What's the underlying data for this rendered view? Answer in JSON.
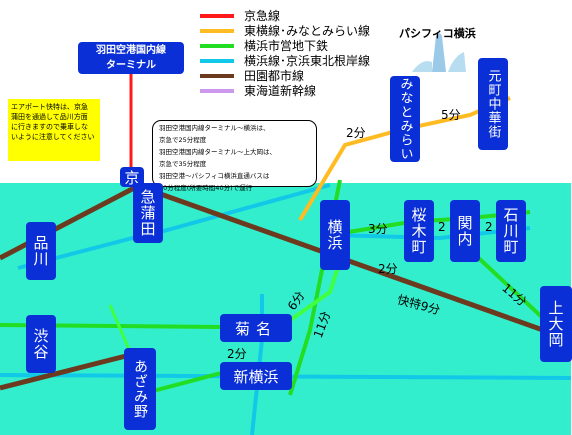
{
  "legend": [
    {
      "color": "#ff1a1a",
      "label": "京急線"
    },
    {
      "color": "#ffbb22",
      "label": "東横線･みなとみらい線"
    },
    {
      "color": "#22dd22",
      "label": "横浜市営地下鉄"
    },
    {
      "color": "#11c8e8",
      "label": "横浜線･京浜東北根岸線"
    },
    {
      "color": "#6b3a1f",
      "label": "田園都市線"
    },
    {
      "color": "#cc99ee",
      "label": "東海道新幹線"
    }
  ],
  "colors": {
    "station": "#0a2fd6",
    "background_lower": "#33eecc",
    "note_highlight": "#ffff00",
    "keikyu": "#ff1a1a",
    "toyoko": "#ffbb22",
    "subway": "#22dd22",
    "jr": "#11c8e8",
    "denentoshi": "#6b3a1f",
    "extra_line": "#40ff40"
  },
  "terminal": {
    "line1": "羽田空港国内線",
    "line2": "ターミナル"
  },
  "notes": {
    "airport_transfer": "エアポート快特は、京急\n蒲田を通過して品川方面\nに行きますので乗車しな\nいように注意してください",
    "travel_times": "羽田空港国内線ターミナル～横浜は、\n京急で25分程度\n羽田空港国内線ターミナル～上大岡は、\n京急で35分程度\n羽田空港～パシフィコ横浜直通バスは\n40分程度(所要時間40分)で運行"
  },
  "pacifico": {
    "name": "パシフィコ横浜"
  },
  "stations": {
    "keikyu_kamata_top": "京",
    "keikyu_kamata": "急蒲田",
    "shinagawa": "品川",
    "shibuya": "渋谷",
    "azamino": "あざみ野",
    "kikuna": "菊名",
    "shin_yokohama": "新横浜",
    "yokohama": "横浜",
    "sakuragicho": "桜木町",
    "kannai": "関内",
    "ishikawacho": "石川町",
    "kamiooka": "上大岡",
    "minatomirai": "みなとみらい",
    "motomachi_chukagai": "元町中華街"
  },
  "times": {
    "yokohama_minatomirai": "2分",
    "minatomirai_motomachi": "5分",
    "yokohama_sakuragicho": "3分",
    "sakuragicho_kannai": "2",
    "kannai_ishikawacho": "2",
    "yokohama_kamiooka": "2分",
    "kamiooka_express": "快特9分",
    "ishikawacho_kamiooka": "11分",
    "kikuna_yokohama": "6分",
    "shinyokohama_yokohama": "11分",
    "kikuna_shinyokohama": "2分"
  }
}
